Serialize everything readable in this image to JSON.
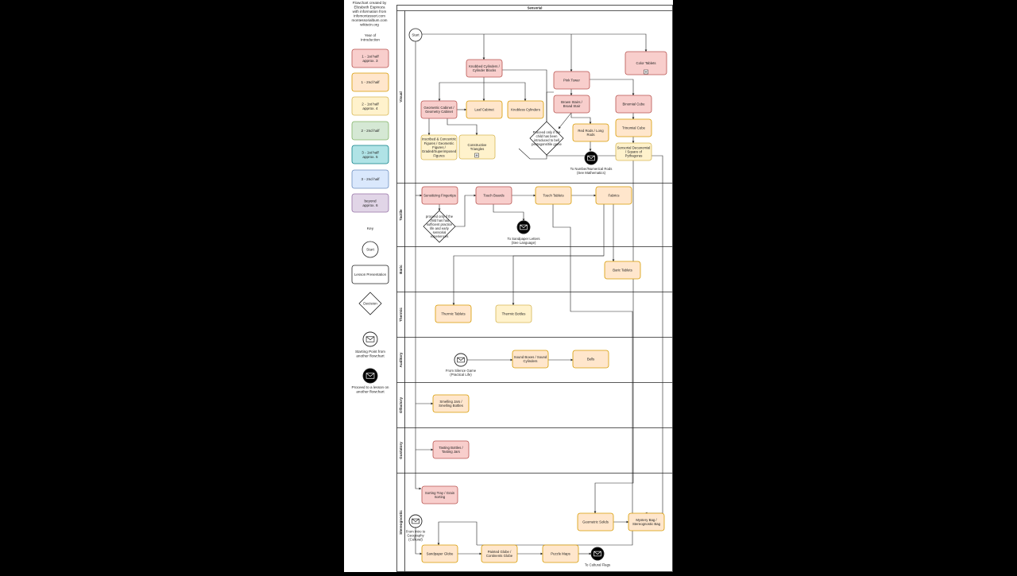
{
  "credit": [
    "Flowchart created by",
    "Elizabeth Espinoza",
    "with information from",
    "infomontessori.com",
    "montessorialbum.com",
    "wikiscin.org"
  ],
  "legend": {
    "year_title": [
      "Year of",
      "Introduction"
    ],
    "year_items": [
      {
        "lines": [
          "1 - 1st half",
          "approx. 3"
        ],
        "fill": "#f8cecc",
        "stroke": "#b85450"
      },
      {
        "lines": [
          "1 - 2nd half"
        ],
        "fill": "#ffe6cc",
        "stroke": "#d79b00"
      },
      {
        "lines": [
          "2 - 1st half",
          "approx. 4"
        ],
        "fill": "#fff2cc",
        "stroke": "#d6b656"
      },
      {
        "lines": [
          "2 - 2nd half"
        ],
        "fill": "#d5e8d4",
        "stroke": "#82b366"
      },
      {
        "lines": [
          "3 - 1st half",
          "approx. 5"
        ],
        "fill": "#b0e3e6",
        "stroke": "#0e8088"
      },
      {
        "lines": [
          "3 - 2nd half"
        ],
        "fill": "#dae8fc",
        "stroke": "#6c8ebf"
      },
      {
        "lines": [
          "beyond",
          "approx. 6"
        ],
        "fill": "#e1d5e7",
        "stroke": "#9673a6"
      }
    ],
    "key_title": "Key",
    "start": "Start",
    "lesson": "Lesson Presentation",
    "decision": "Decision",
    "starting_point": [
      "Starting Point from",
      "another flowchart"
    ],
    "proceed": [
      "Proceed to a lesson on",
      "another flowchart"
    ]
  },
  "diagram": {
    "pool_title": "Sensorial",
    "lanes": [
      "Visual",
      "Tactile",
      "Baric",
      "Thermic",
      "Auditory",
      "Olfactory",
      "Gustatory",
      "Stereognostic"
    ],
    "start": "Start",
    "nodes": [
      {
        "id": "knobbed",
        "lines": [
          "Knobbed Cylinders /",
          "Cylinder Blocks"
        ],
        "c": "red"
      },
      {
        "id": "pink",
        "lines": [
          "Pink Tower"
        ],
        "c": "red"
      },
      {
        "id": "color",
        "lines": [
          "Color Tablets"
        ],
        "c": "red"
      },
      {
        "id": "geocab",
        "lines": [
          "Geometric Cabinet /",
          "Geometry Cabinet"
        ],
        "c": "red"
      },
      {
        "id": "leaf",
        "lines": [
          "Leaf Cabinet"
        ],
        "c": "orange"
      },
      {
        "id": "knobless",
        "lines": [
          "Knobless Cylinders"
        ],
        "c": "orange"
      },
      {
        "id": "brown",
        "lines": [
          "Brown Stairs /",
          "Broad Stair"
        ],
        "c": "red"
      },
      {
        "id": "binomial",
        "lines": [
          "Binomial Cube"
        ],
        "c": "red"
      },
      {
        "id": "trinomial",
        "lines": [
          "Trinomial Cube"
        ],
        "c": "orange"
      },
      {
        "id": "redrods",
        "lines": [
          "Red Rods / Long",
          "Rods"
        ],
        "c": "orange"
      },
      {
        "id": "sensdec",
        "lines": [
          "Sensorial Decanomial",
          "/ Square of",
          "Pythagoras"
        ],
        "c": "yellow"
      },
      {
        "id": "inscribed",
        "lines": [
          "Inscribed & Concentric",
          "Figures / Geometric",
          "Figures /",
          "Graded/Superimposed",
          "Figures"
        ],
        "c": "yellow"
      },
      {
        "id": "constructive",
        "lines": [
          "Constructive",
          "Triangles"
        ],
        "c": "yellow"
      },
      {
        "id": "sensfinger",
        "lines": [
          "Sensitizing Fingertips"
        ],
        "c": "red"
      },
      {
        "id": "touchboards",
        "lines": [
          "Touch Boards"
        ],
        "c": "red"
      },
      {
        "id": "touchtablets",
        "lines": [
          "Touch Tablets"
        ],
        "c": "orange"
      },
      {
        "id": "fabrics",
        "lines": [
          "Fabrics"
        ],
        "c": "orange"
      },
      {
        "id": "baric",
        "lines": [
          "Baric Tablets"
        ],
        "c": "orange"
      },
      {
        "id": "thermictab",
        "lines": [
          "Thermic Tablets"
        ],
        "c": "orange"
      },
      {
        "id": "thermicbot",
        "lines": [
          "Thermic Bottles"
        ],
        "c": "yellow"
      },
      {
        "id": "soundboxes",
        "lines": [
          "Sound Boxes / Sound",
          "Cylinders"
        ],
        "c": "orange"
      },
      {
        "id": "bells",
        "lines": [
          "Bells"
        ],
        "c": "orange"
      },
      {
        "id": "smelling",
        "lines": [
          "Smelling Jars /",
          "Smelling Bottles"
        ],
        "c": "orange"
      },
      {
        "id": "tasting",
        "lines": [
          "Tasting Bottles /",
          "Tasting Jars"
        ],
        "c": "red"
      },
      {
        "id": "sorting",
        "lines": [
          "Sorting Tray / Grain",
          "Sorting"
        ],
        "c": "red"
      },
      {
        "id": "geosolids",
        "lines": [
          "Geometric Solids"
        ],
        "c": "orange"
      },
      {
        "id": "mystery",
        "lines": [
          "Mystery Bag /",
          "Stereognostic Bag"
        ],
        "c": "orange"
      },
      {
        "id": "sandglobe",
        "lines": [
          "Sandpaper Globe"
        ],
        "c": "orange"
      },
      {
        "id": "paintedglobe",
        "lines": [
          "Painted Globe /",
          "Continents Globe"
        ],
        "c": "orange"
      },
      {
        "id": "puzzle",
        "lines": [
          "Puzzle Maps"
        ],
        "c": "orange"
      }
    ],
    "decisions": [
      {
        "id": "dec1",
        "lines": [
          "Proceed only if the",
          "child has been",
          "introduced to bell",
          "pentagons/tile game"
        ]
      },
      {
        "id": "dec2",
        "lines": [
          "proceed only if the",
          "child has had",
          "sufficient practice",
          "life and early",
          "sensorial",
          "experiences"
        ]
      }
    ],
    "labels": [
      {
        "id": "to_number",
        "lines": [
          "To Number/Numerical Rods",
          "(See Mathematics)"
        ]
      },
      {
        "id": "to_sandpaper",
        "lines": [
          "To Sandpaper Letters",
          "(See Language)"
        ]
      },
      {
        "id": "from_silence",
        "lines": [
          "From Silence Game",
          "(Practical Life)"
        ]
      },
      {
        "id": "from_intro",
        "lines": [
          "From Intro to",
          "Geography",
          "(Cultural)"
        ]
      },
      {
        "id": "to_cultural",
        "lines": [
          "To Cultural Flags"
        ]
      }
    ]
  }
}
